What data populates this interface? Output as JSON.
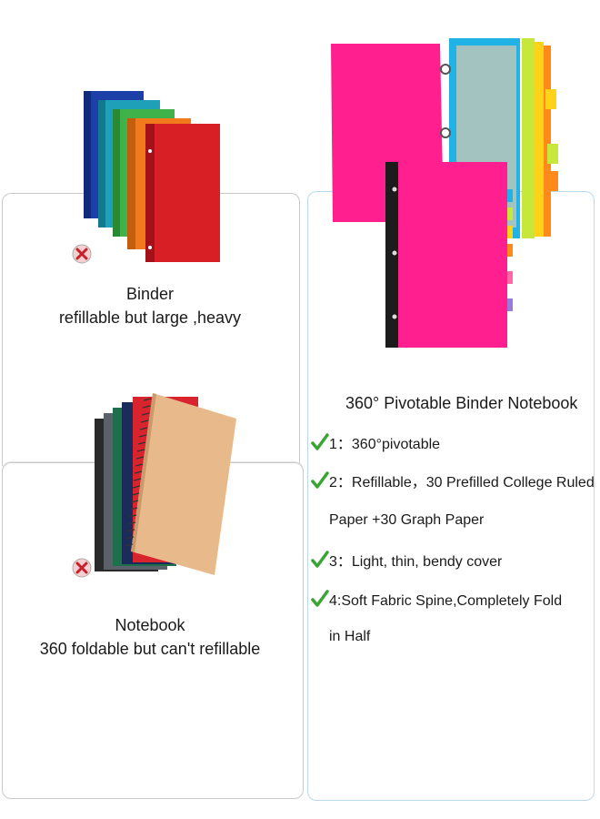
{
  "comparison": {
    "binder": {
      "title": "Binder",
      "description": "refillable but large ,heavy"
    },
    "notebook": {
      "title": "Notebook",
      "description": "360 foldable but can't refillable"
    },
    "product": {
      "title": "360° Pivotable Binder Notebook",
      "features": [
        {
          "label": "1：360°pivotable"
        },
        {
          "label": "2：Refillable，30 Prefilled College Ruled",
          "continuation": "Paper +30  Graph  Paper"
        },
        {
          "label": "3：Light, thin, bendy cover"
        },
        {
          "label": "4:Soft Fabric Spine,Completely Fold",
          "continuation": "in Half"
        }
      ]
    }
  },
  "icons": {
    "cross": "x-circle-icon",
    "check": "checkmark-icon"
  },
  "colors": {
    "check_green": "#3aa535",
    "cross_red": "#c8202a",
    "binder_pink": "#ff1f8f",
    "left_border": "#c9c9c9",
    "right_border": "#b9d9ee"
  }
}
